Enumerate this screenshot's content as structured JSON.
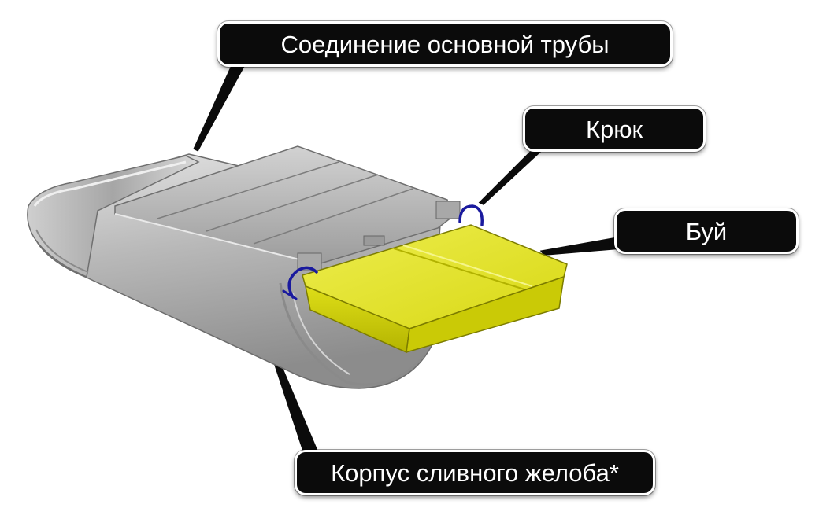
{
  "labels": {
    "main_pipe": "Соединение основной трубы",
    "hook": "Крюк",
    "float": "Буй",
    "body": "Корпус сливного желоба*"
  },
  "colors": {
    "callout_bg": "#0b0b0b",
    "callout_text": "#ffffff",
    "float_yellow": "#e4e40c",
    "body_gray": "#b8b8b8",
    "hook_blue": "#1a1a9e"
  }
}
